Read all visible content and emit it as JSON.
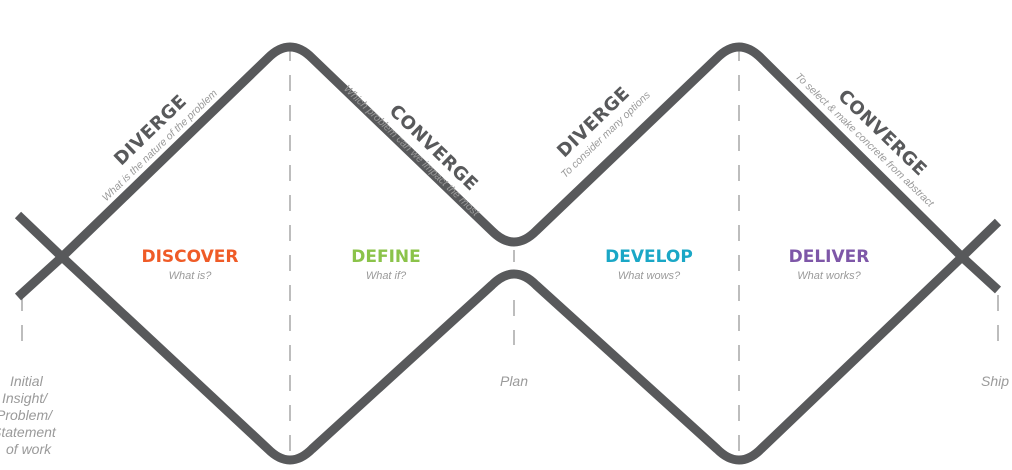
{
  "colors": {
    "line": "#58595b",
    "dash": "#bdbdbd",
    "head_text": "#58595b",
    "sub_text": "#9a9a9a",
    "discover": "#ef5b27",
    "define": "#8bc34a",
    "develop": "#1aa7c6",
    "deliver": "#7e57a8"
  },
  "phases": [
    {
      "title": "DISCOVER",
      "subtitle": "What is?"
    },
    {
      "title": "DEFINE",
      "subtitle": "What if?"
    },
    {
      "title": "DEVELOP",
      "subtitle": "What wows?"
    },
    {
      "title": "DELIVER",
      "subtitle": "What works?"
    }
  ],
  "diagonal_labels": [
    {
      "heading": "DIVERGE",
      "sub": "What is the nature of the problem"
    },
    {
      "heading": "CONVERGE",
      "sub": "Which problem can we impact the most"
    },
    {
      "heading": "DIVERGE",
      "sub": "To consider many options"
    },
    {
      "heading": "CONVERGE",
      "sub": "To select & make concrete from abstract"
    }
  ],
  "milestones": {
    "start": [
      "Initial",
      "Insight/",
      "Problem/",
      "Statement",
      "of work"
    ],
    "middle": "Plan",
    "end": "Ship"
  }
}
